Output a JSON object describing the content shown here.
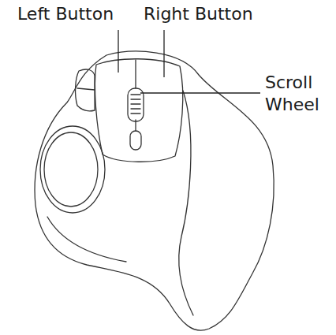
{
  "diagram": {
    "labels": [
      "Left Button",
      "Right Button",
      "Scroll Wheel"
    ]
  }
}
